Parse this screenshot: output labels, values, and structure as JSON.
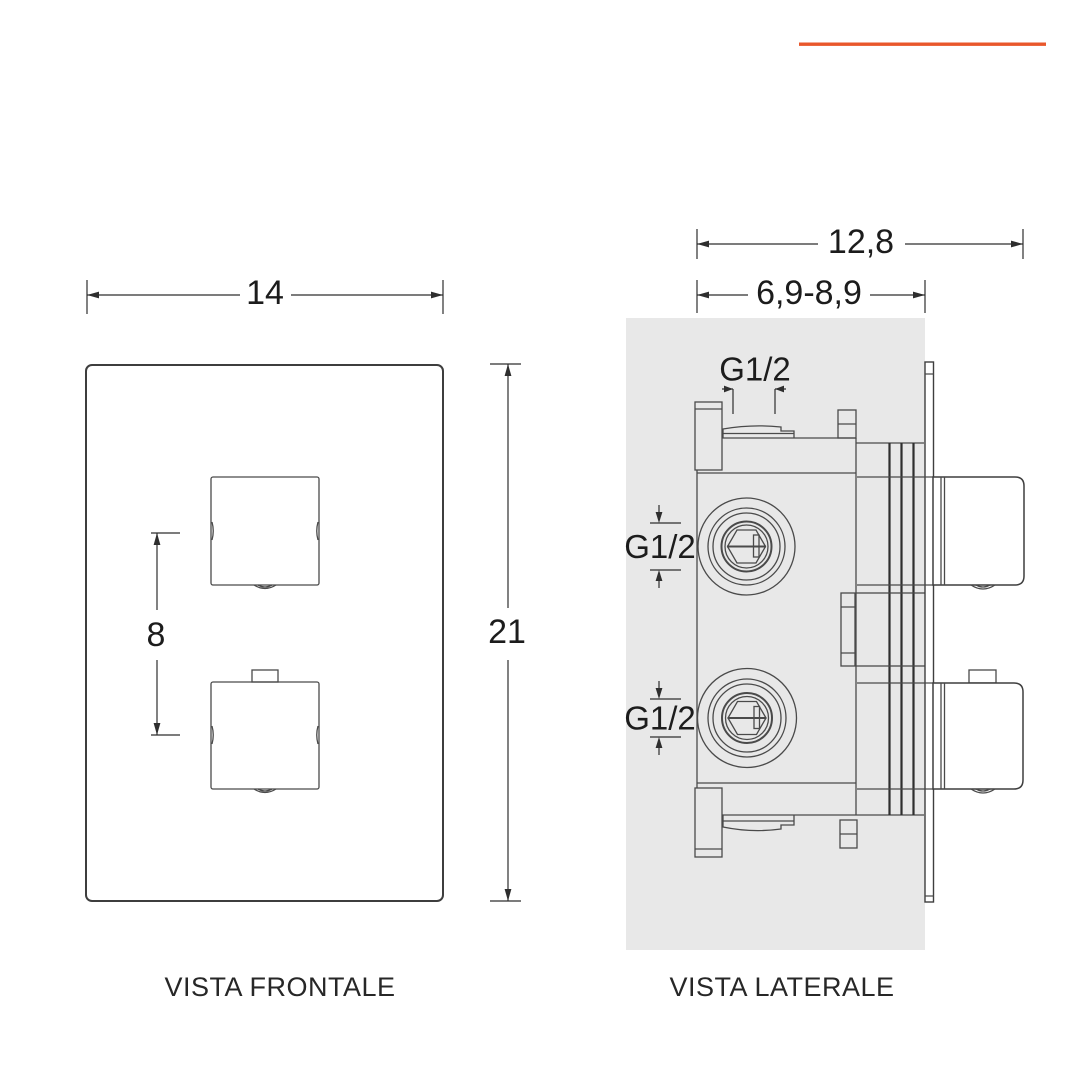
{
  "accent_color": "#E9572B",
  "panel_color": "#e8e8e8",
  "views": {
    "front": {
      "label": "VISTA FRONTALE",
      "dims": {
        "width": "14",
        "height": "21",
        "knob_spacing": "8"
      }
    },
    "side": {
      "label": "VISTA LATERALE",
      "dims": {
        "total_depth": "12,8",
        "wall_depth_range": "6,9-8,9",
        "g_half_top": "G1/2",
        "g_half_mid": "G1/2",
        "g_half_bottom": "G1/2"
      }
    }
  }
}
